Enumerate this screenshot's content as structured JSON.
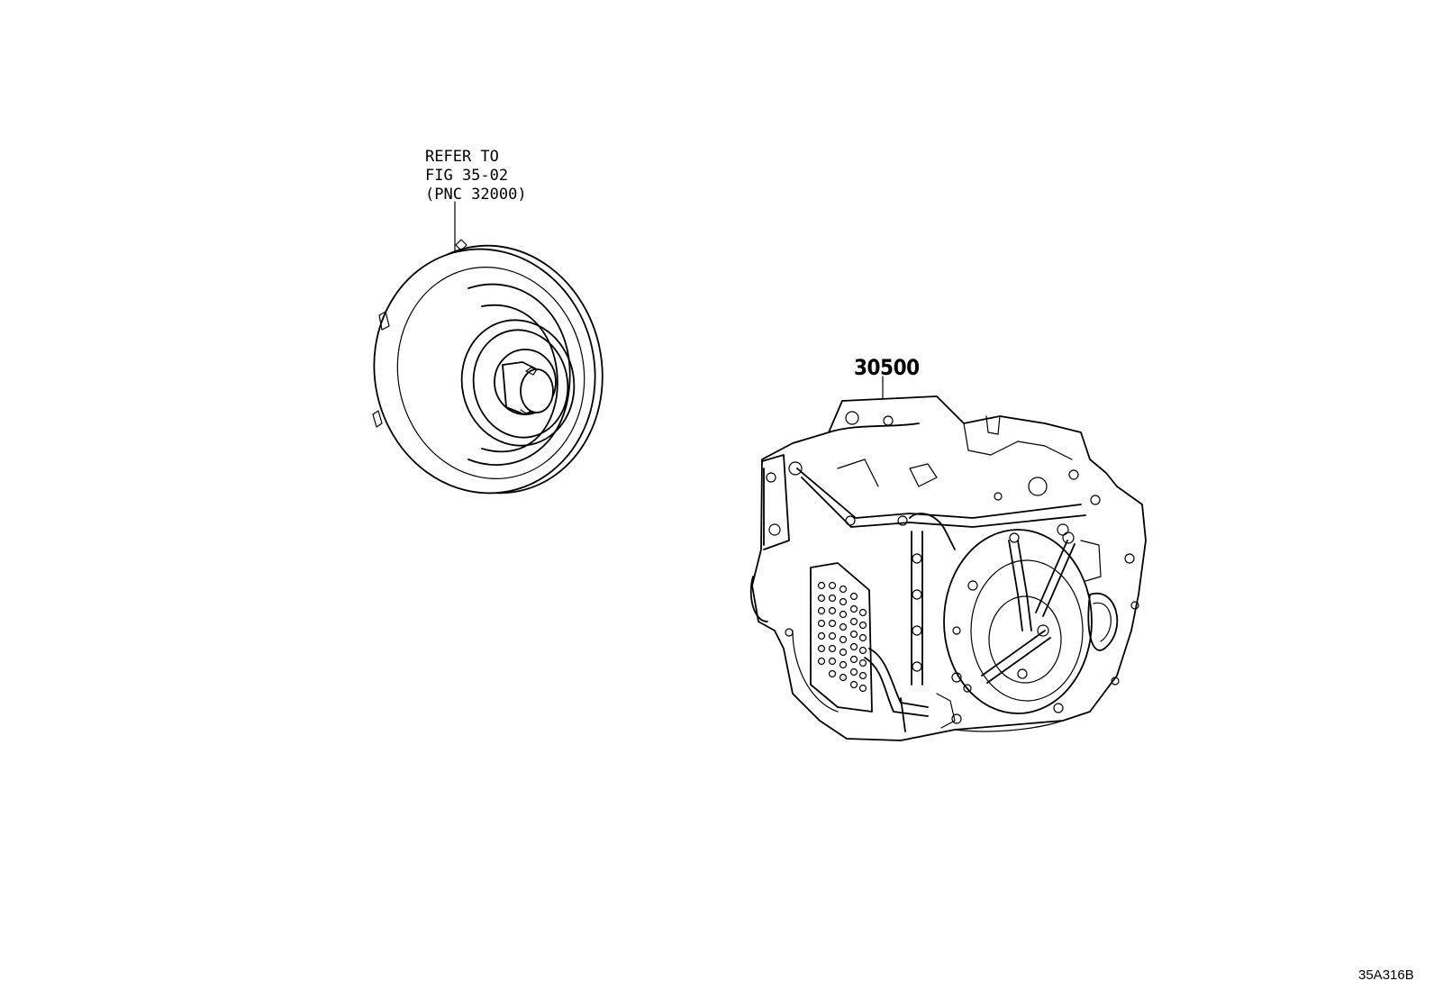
{
  "diagram": {
    "callouts": {
      "torque_converter_ref": [
        "REFER TO",
        "FIG 35-02",
        "(PNC 32000)"
      ],
      "transaxle_part_number": "30500"
    },
    "illustration_code": "35A316B"
  }
}
